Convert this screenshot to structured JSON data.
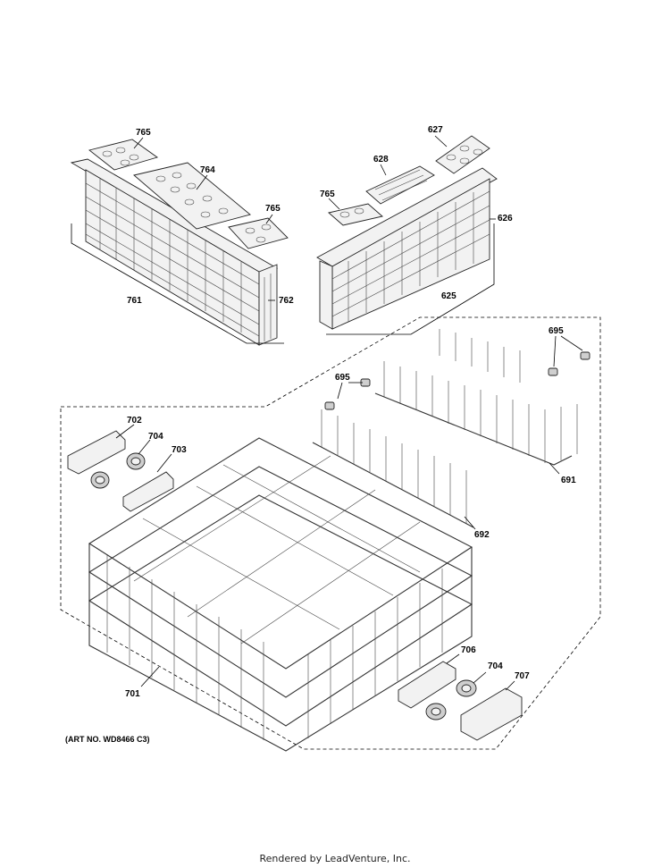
{
  "art_number": "(ART NO. WD8466 C3)",
  "footer": "Rendered by LeadVenture, Inc.",
  "callouts": [
    {
      "id": "765a",
      "label": "765"
    },
    {
      "id": "764",
      "label": "764"
    },
    {
      "id": "765b",
      "label": "765"
    },
    {
      "id": "761",
      "label": "761"
    },
    {
      "id": "762",
      "label": "762"
    },
    {
      "id": "627",
      "label": "627"
    },
    {
      "id": "628",
      "label": "628"
    },
    {
      "id": "765c",
      "label": "765"
    },
    {
      "id": "626",
      "label": "626"
    },
    {
      "id": "625",
      "label": "625"
    },
    {
      "id": "695a",
      "label": "695"
    },
    {
      "id": "695b",
      "label": "695"
    },
    {
      "id": "702",
      "label": "702"
    },
    {
      "id": "704a",
      "label": "704"
    },
    {
      "id": "703",
      "label": "703"
    },
    {
      "id": "691",
      "label": "691"
    },
    {
      "id": "692",
      "label": "692"
    },
    {
      "id": "701",
      "label": "701"
    },
    {
      "id": "706",
      "label": "706"
    },
    {
      "id": "704b",
      "label": "704"
    },
    {
      "id": "707",
      "label": "707"
    }
  ]
}
